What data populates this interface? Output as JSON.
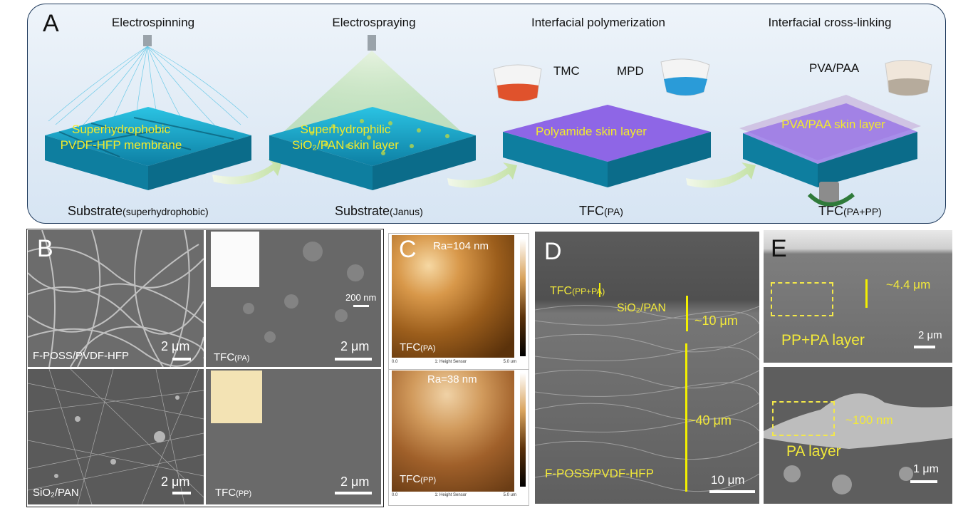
{
  "panelA": {
    "letter": "A",
    "steps": [
      {
        "title": "Electrospinning",
        "label1": "Superhydrophobic",
        "label2": "PVDF-HFP membrane",
        "caption_main": "Substrate",
        "caption_sub": "(superhydrophobic)"
      },
      {
        "title": "Electrospraying",
        "label1": "Superhydrophilic",
        "label2": "SiO₂/PAN skin layer",
        "caption_main": "Substrate",
        "caption_sub": "(Janus)"
      },
      {
        "title": "Interfacial polymerization",
        "label1": "Polyamide skin layer",
        "caption_main": "TFC",
        "caption_sub": "(PA)"
      },
      {
        "title": "Interfacial cross-linking",
        "label1": "PVA/PAA skin layer",
        "caption_main": "TFC",
        "caption_sub": "(PA+PP)"
      }
    ],
    "reagents": {
      "tmc": "TMC",
      "mpd": "MPD",
      "pva": "PVA/PAA"
    },
    "colors": {
      "fiber": "#19a7c7",
      "polyamide": "#8e66e6",
      "pva_layer": "#c8b6dc",
      "arrow": "#cfe6b4"
    }
  },
  "panelB": {
    "letter": "B",
    "tl_label": "F-POSS/PVDF-HFP",
    "tl_scale": "2 μm",
    "tr_label_main": "TFC",
    "tr_label_sub": "(PA)",
    "tr_scale_top": "200 nm",
    "tr_scale": "2 μm",
    "bl_label": "SiO₂/PAN",
    "bl_scale": "2 μm",
    "br_label_main": "TFC",
    "br_label_sub": "(PP)",
    "br_scale": "2 μm"
  },
  "panelC": {
    "letter": "C",
    "top_ra": "Ra=104 nm",
    "top_label_main": "TFC",
    "top_label_sub": "(PA)",
    "bottom_ra": "Ra=38 nm",
    "bottom_label_main": "TFC",
    "bottom_label_sub": "(PP)",
    "sensor_label": "1: Height Sensor",
    "axis_start": "0.0",
    "axis_end": "5.0 um"
  },
  "panelD": {
    "letter": "D",
    "label_tfc_main": "TFC",
    "label_tfc_sub": "(PP+PA)",
    "label_sio2": "SiO₂/PAN",
    "label_10": "~10  μm",
    "label_40": "~40  μm",
    "label_base": "F-POSS/PVDF-HFP",
    "scale": "10 μm"
  },
  "panelE": {
    "letter": "E",
    "top_thickness": "~4.4 μm",
    "top_layer": "PP+PA layer",
    "top_scale": "2 μm",
    "bottom_thickness": "~100 nm",
    "bottom_layer": "PA layer",
    "bottom_scale": "1 μm"
  }
}
